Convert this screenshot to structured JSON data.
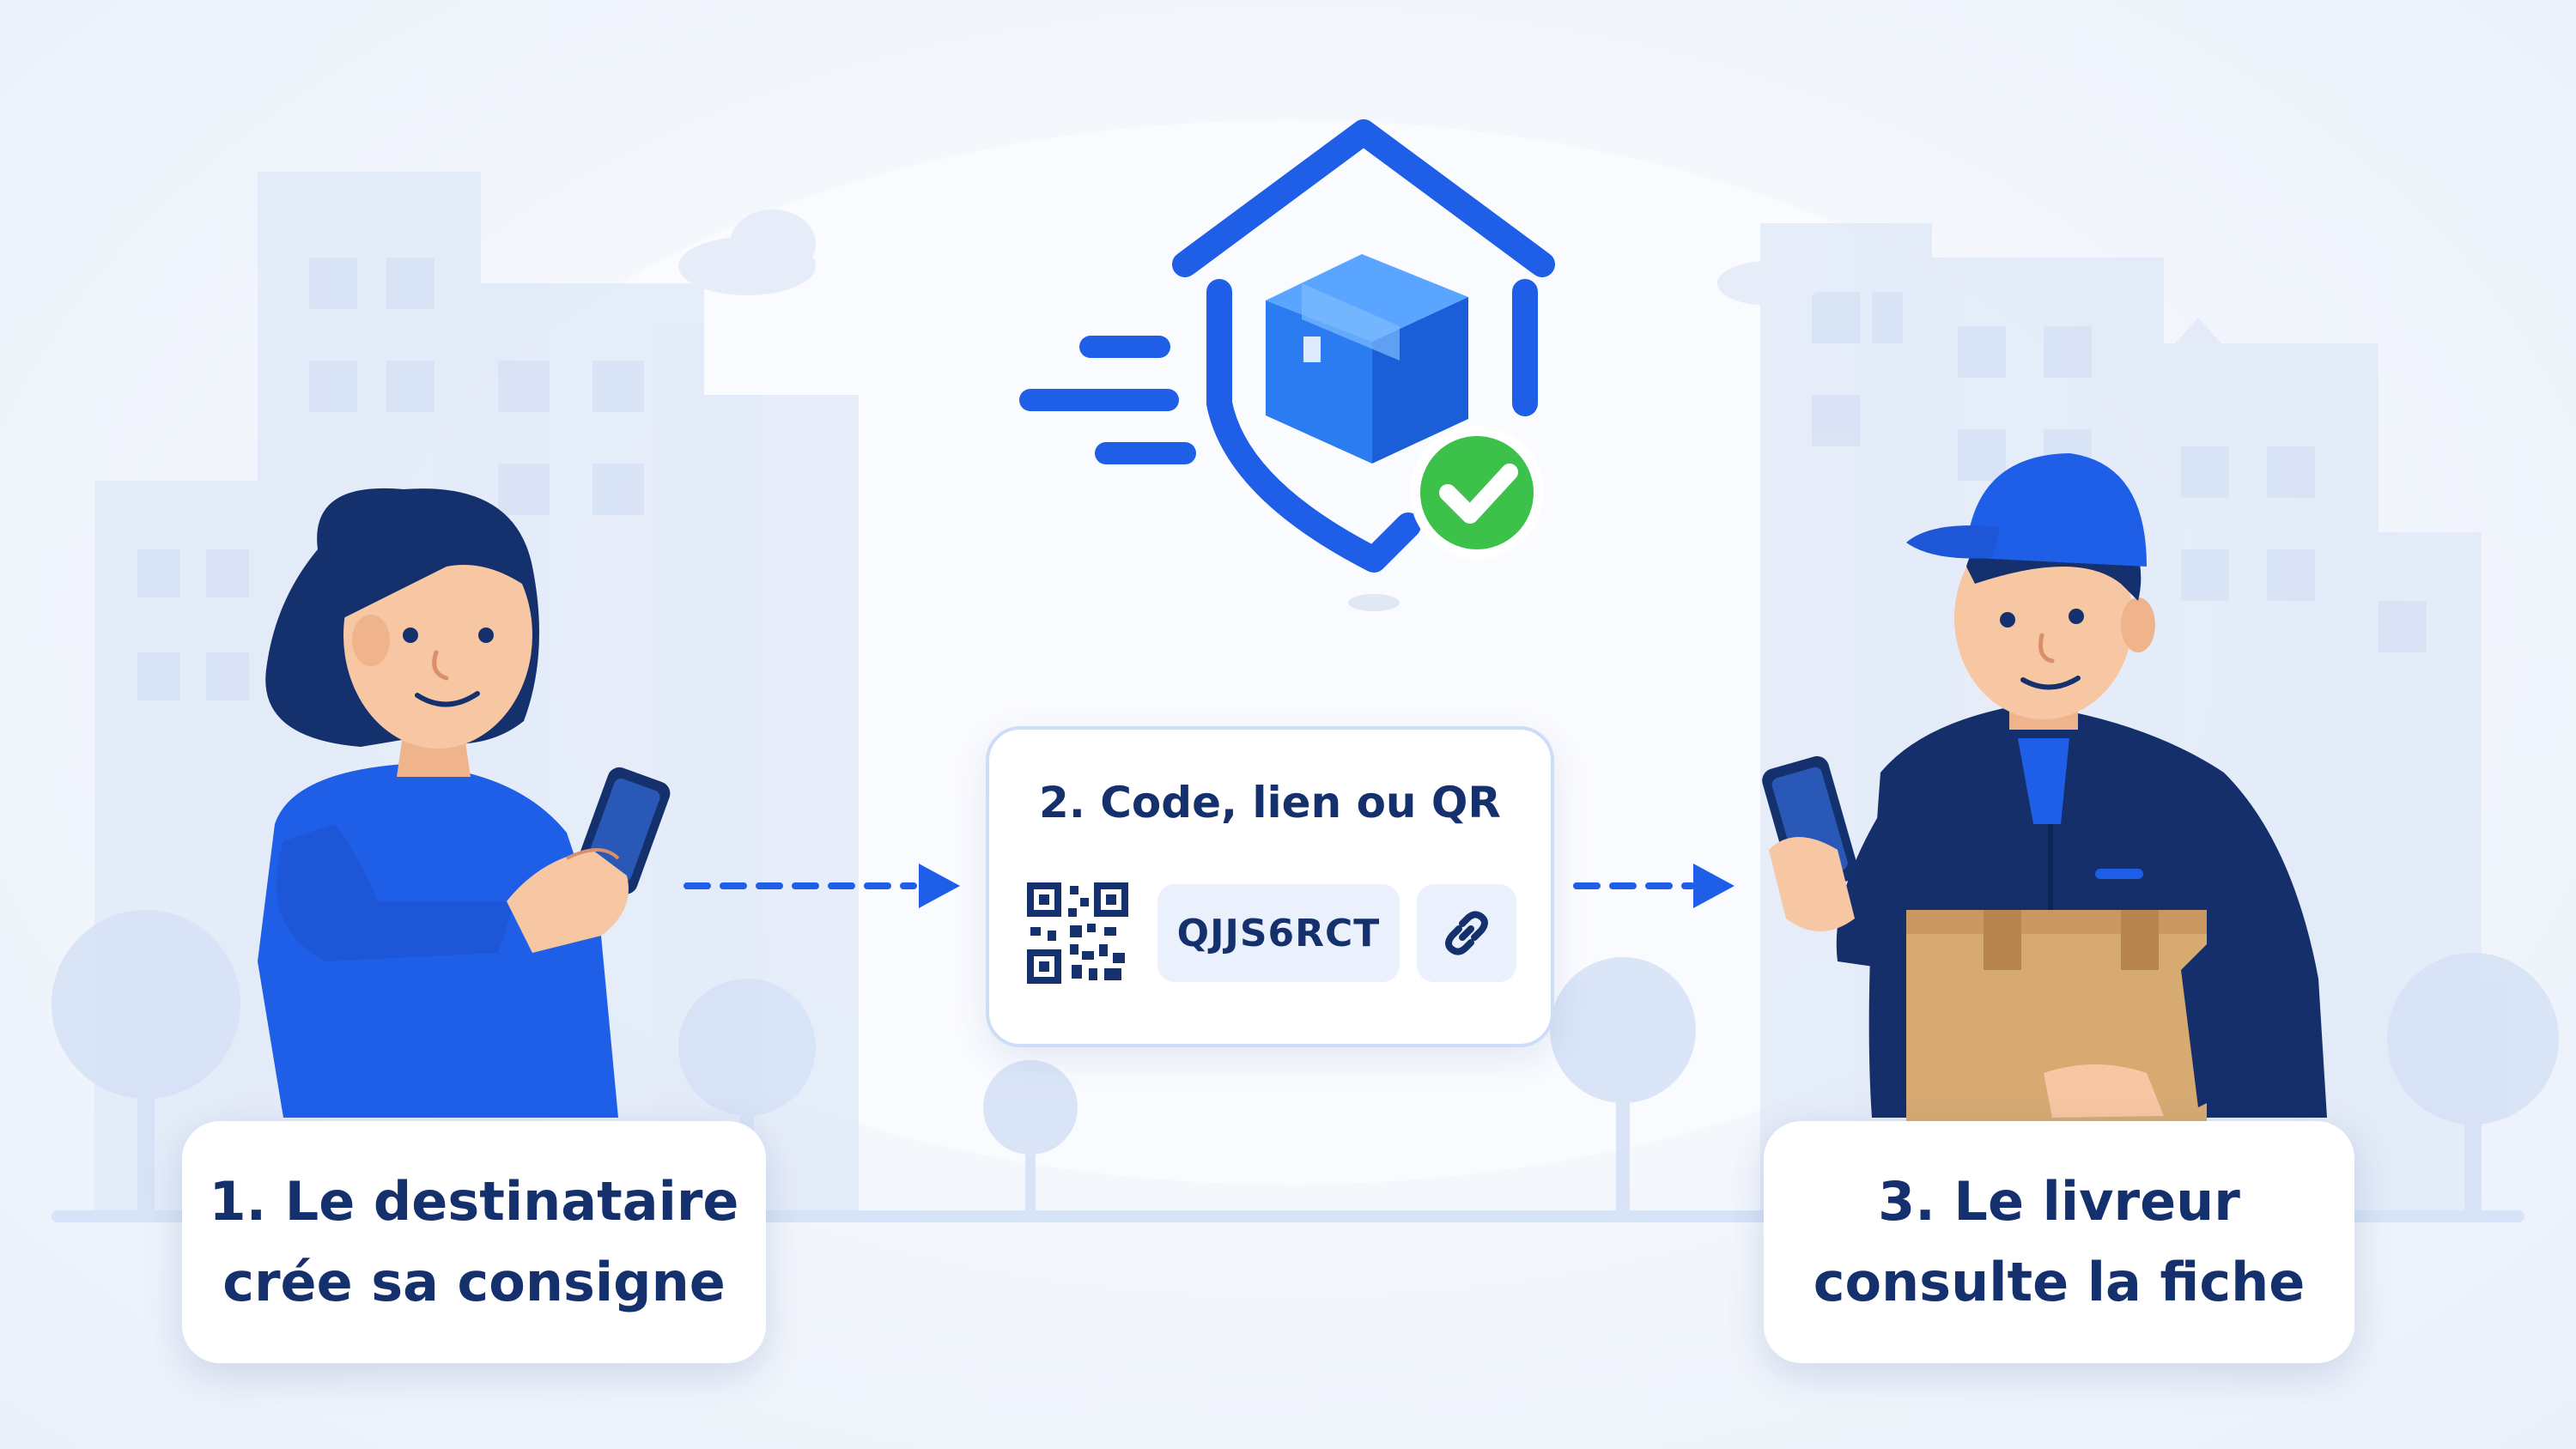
{
  "steps": [
    {
      "label": "1. Le destinataire\ncrée sa consigne"
    },
    {
      "label": "2. Code, lien ou QR",
      "code": "QJJS6RCT"
    },
    {
      "label": "3. Le livreur\nconsulte la fiche"
    }
  ],
  "colors": {
    "primary_blue": "#1f5fe8",
    "navy": "#14316e",
    "check_green": "#3cc24a",
    "box_brown": "#d7aa72",
    "skin": "#f7c6a3",
    "building_tint": "#dfe8f7"
  },
  "icons": [
    "house-shield-icon",
    "parcel-icon",
    "check-icon",
    "speed-lines-icon",
    "qr-code-icon",
    "link-icon",
    "arrow-right-icon"
  ]
}
